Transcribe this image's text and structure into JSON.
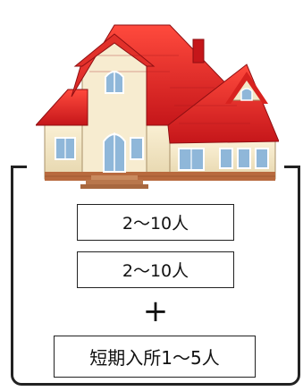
{
  "capacity_items": {
    "first": "2〜10人",
    "second": "2〜10人",
    "plus": "+",
    "third": "短期入所1〜5人"
  },
  "colors": {
    "roof": "#d8221f",
    "wall": "#f3e7c8",
    "brick": "#b86a3e",
    "window": "#8fb7d9",
    "frame": "#222222"
  },
  "icons": {
    "illustration": "house-icon"
  }
}
